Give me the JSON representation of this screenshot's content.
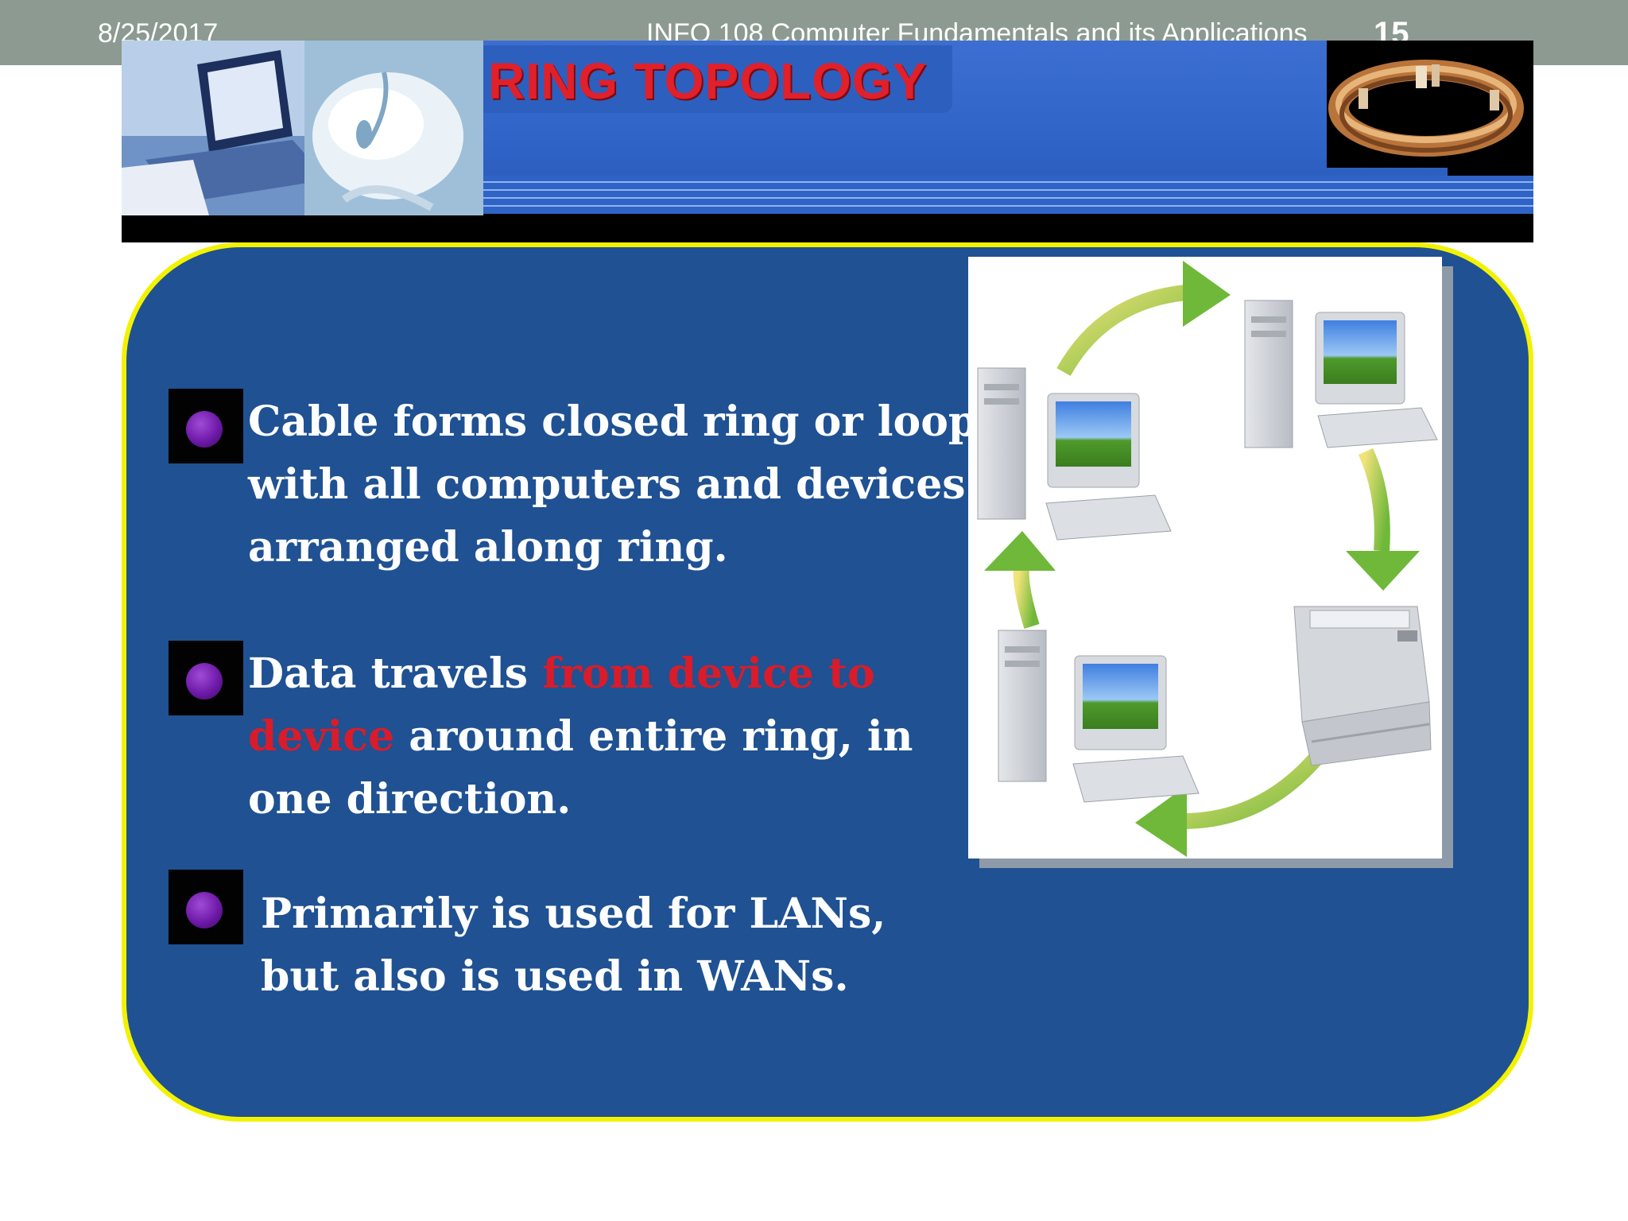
{
  "header": {
    "date": "8/25/2017",
    "course": "INFO 108 Computer Fundamentals and its Applications",
    "page_number": "15"
  },
  "slide": {
    "title": "RING TOPOLOGY",
    "bullets": [
      {
        "lines": [
          "Cable forms closed ring or loop,",
          "with all computers and devices",
          "arranged along ring."
        ]
      },
      {
        "line1_text": "Data travels ",
        "line1_highlight": "from device to",
        "line2_highlight": "device",
        "line2_text": " around entire ring, in",
        "line3_text": "one direction."
      },
      {
        "lines": [
          "Primarily is used for LANs,",
          "but also is used in WANs."
        ]
      }
    ],
    "colors": {
      "panel": "#1f5193",
      "panel_border": "#f2f200",
      "highlight": "#d91c2a",
      "arrow": "#7cbf3f"
    }
  }
}
